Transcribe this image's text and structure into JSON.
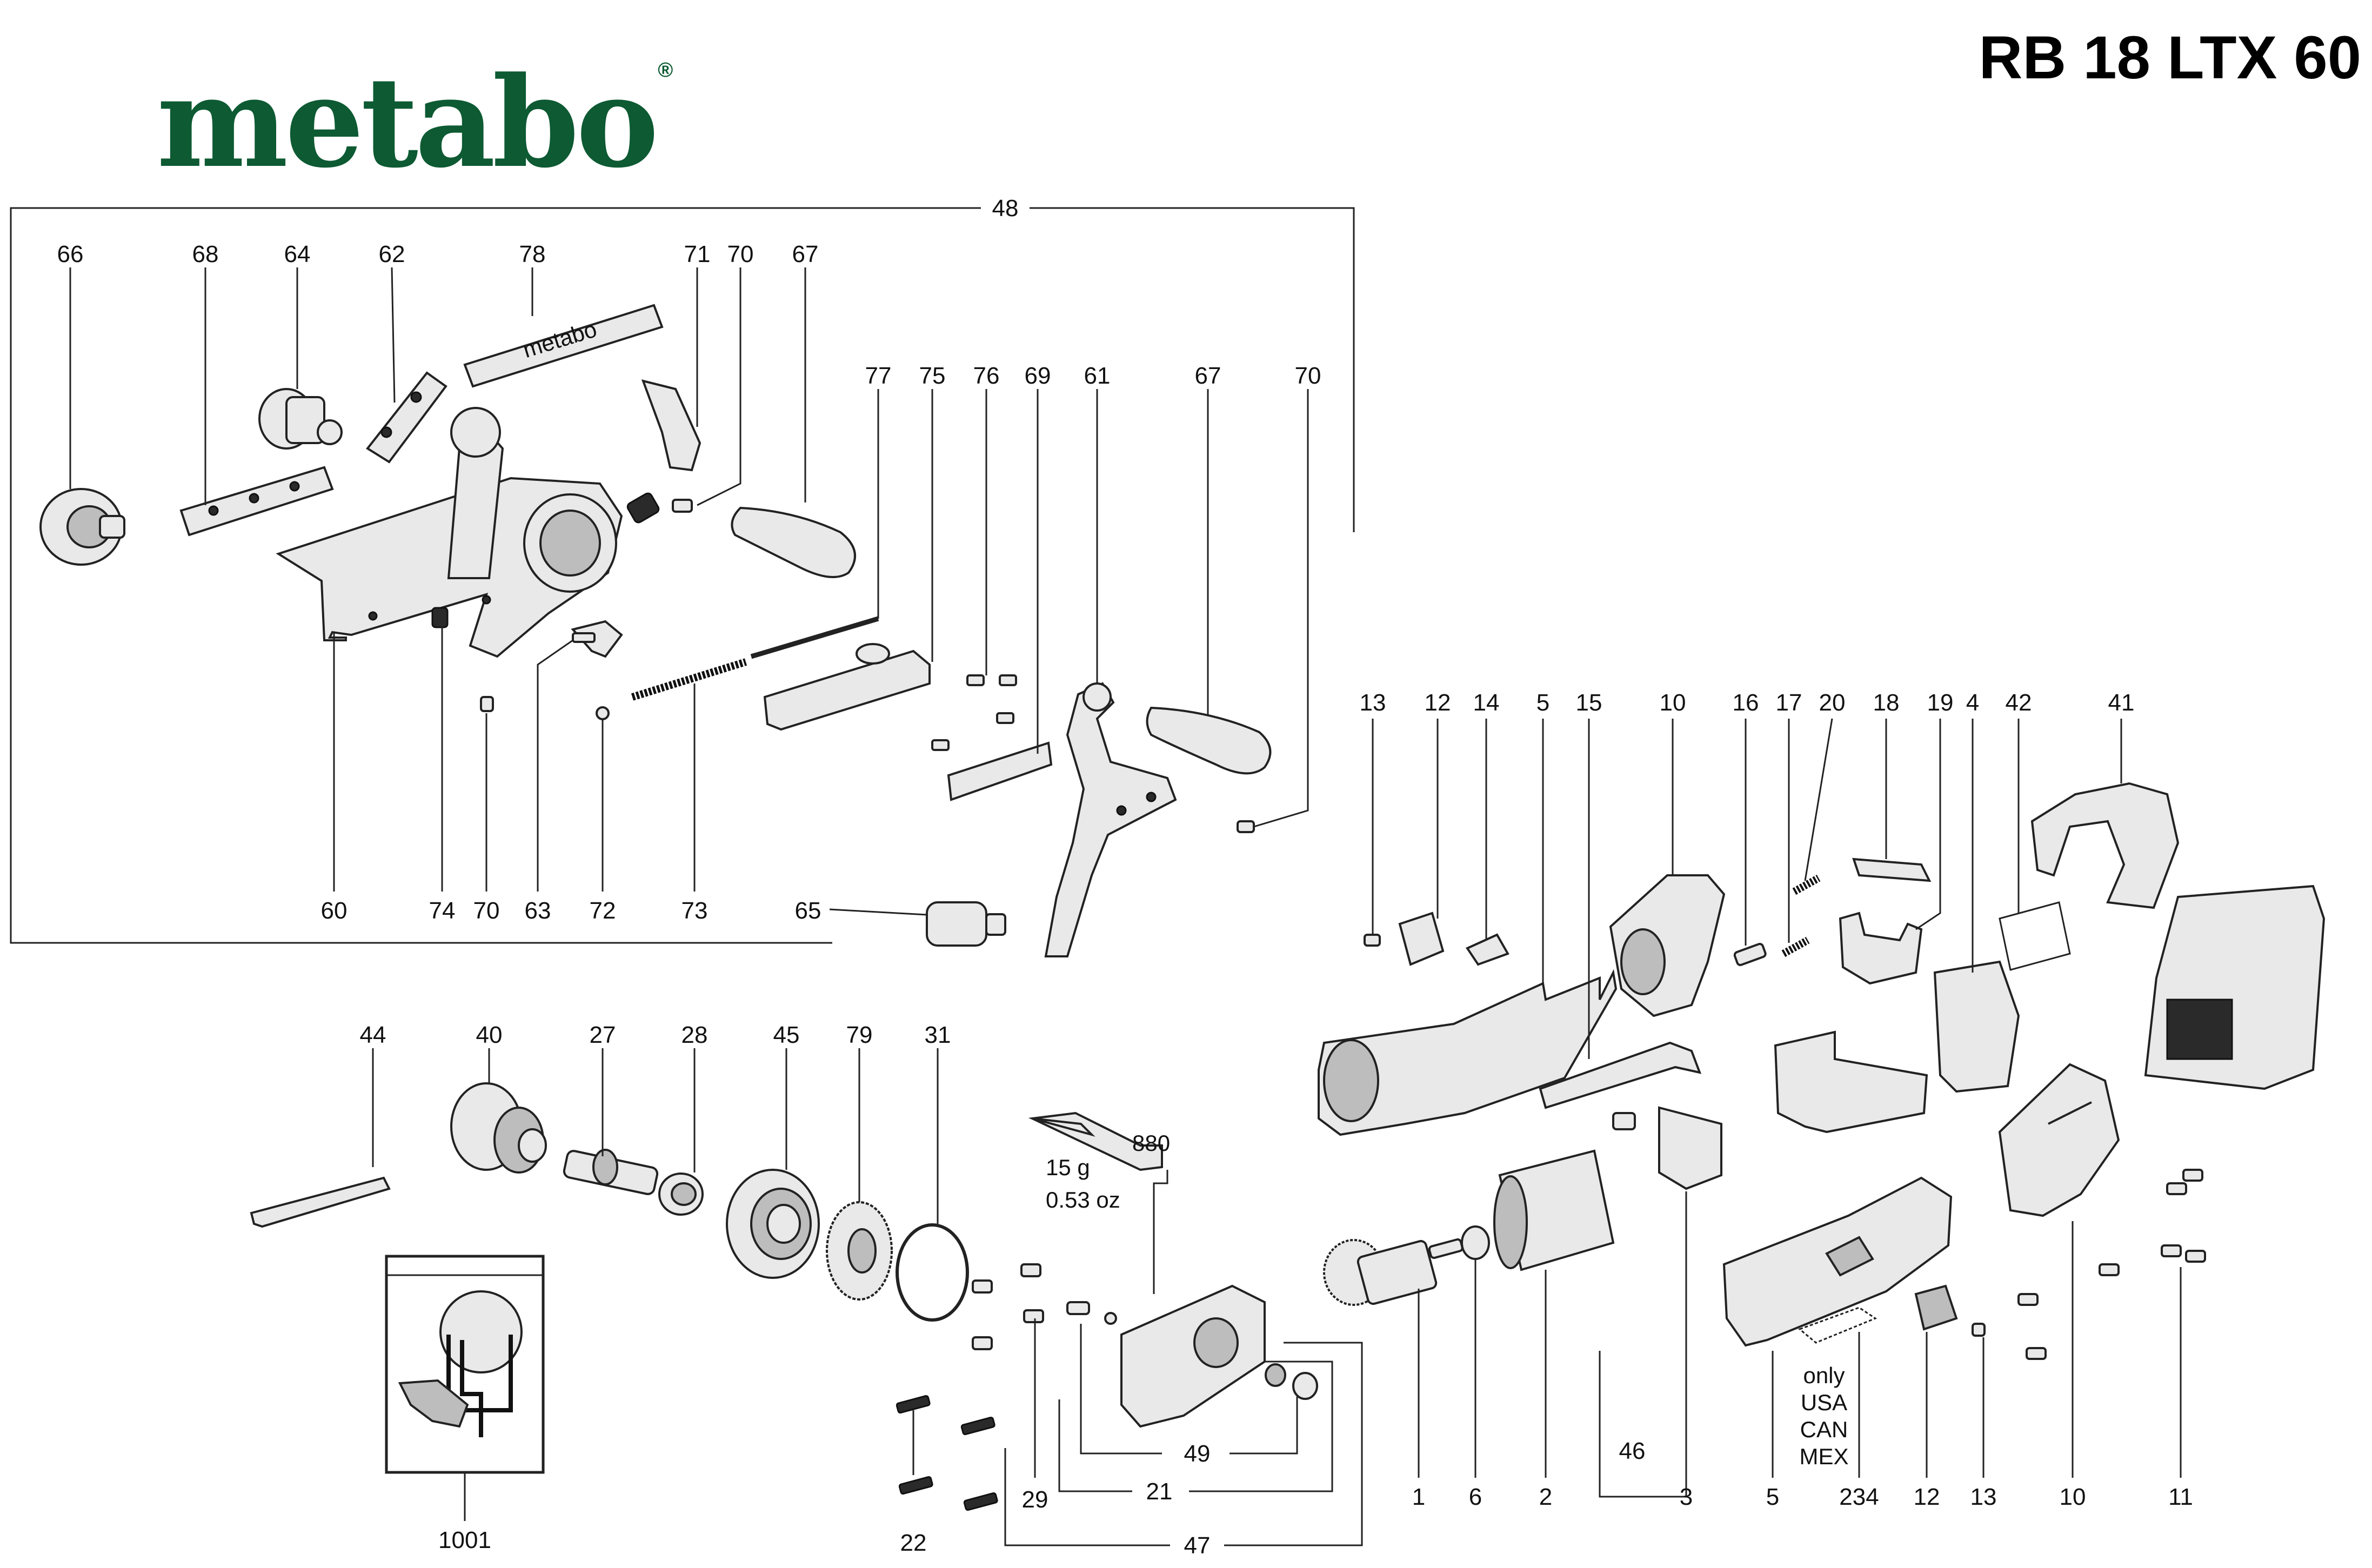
{
  "header": {
    "brand": "metabo",
    "registered": "®",
    "model": "RB 18 LTX 60"
  },
  "callouts": [
    {
      "id": "c48",
      "text": "48"
    },
    {
      "id": "c66",
      "text": "66"
    },
    {
      "id": "c68",
      "text": "68"
    },
    {
      "id": "c64",
      "text": "64"
    },
    {
      "id": "c62",
      "text": "62"
    },
    {
      "id": "c78",
      "text": "78"
    },
    {
      "id": "c71",
      "text": "71"
    },
    {
      "id": "c70a",
      "text": "70"
    },
    {
      "id": "c67a",
      "text": "67"
    },
    {
      "id": "c77",
      "text": "77"
    },
    {
      "id": "c75",
      "text": "75"
    },
    {
      "id": "c76",
      "text": "76"
    },
    {
      "id": "c69",
      "text": "69"
    },
    {
      "id": "c61",
      "text": "61"
    },
    {
      "id": "c67b",
      "text": "67"
    },
    {
      "id": "c70b",
      "text": "70"
    },
    {
      "id": "c60",
      "text": "60"
    },
    {
      "id": "c74",
      "text": "74"
    },
    {
      "id": "c70c",
      "text": "70"
    },
    {
      "id": "c63",
      "text": "63"
    },
    {
      "id": "c72",
      "text": "72"
    },
    {
      "id": "c73",
      "text": "73"
    },
    {
      "id": "c65",
      "text": "65"
    },
    {
      "id": "c13a",
      "text": "13"
    },
    {
      "id": "c12a",
      "text": "12"
    },
    {
      "id": "c14",
      "text": "14"
    },
    {
      "id": "c5a",
      "text": "5"
    },
    {
      "id": "c15",
      "text": "15"
    },
    {
      "id": "c10a",
      "text": "10"
    },
    {
      "id": "c16",
      "text": "16"
    },
    {
      "id": "c17",
      "text": "17"
    },
    {
      "id": "c20",
      "text": "20"
    },
    {
      "id": "c18",
      "text": "18"
    },
    {
      "id": "c19",
      "text": "19"
    },
    {
      "id": "c4",
      "text": "4"
    },
    {
      "id": "c42",
      "text": "42"
    },
    {
      "id": "c41",
      "text": "41"
    },
    {
      "id": "c44",
      "text": "44"
    },
    {
      "id": "c40",
      "text": "40"
    },
    {
      "id": "c27",
      "text": "27"
    },
    {
      "id": "c28",
      "text": "28"
    },
    {
      "id": "c45",
      "text": "45"
    },
    {
      "id": "c79",
      "text": "79"
    },
    {
      "id": "c31",
      "text": "31"
    },
    {
      "id": "c1001",
      "text": "1001"
    },
    {
      "id": "c1",
      "text": "1"
    },
    {
      "id": "c6",
      "text": "6"
    },
    {
      "id": "c2",
      "text": "2"
    },
    {
      "id": "c46",
      "text": "46"
    },
    {
      "id": "c3",
      "text": "3"
    },
    {
      "id": "c5b",
      "text": "5"
    },
    {
      "id": "c234",
      "text": "234"
    },
    {
      "id": "c12b",
      "text": "12"
    },
    {
      "id": "c13b",
      "text": "13"
    },
    {
      "id": "c10b",
      "text": "10"
    },
    {
      "id": "c11",
      "text": "11"
    },
    {
      "id": "c49",
      "text": "49"
    },
    {
      "id": "c21",
      "text": "21"
    },
    {
      "id": "c29",
      "text": "29"
    },
    {
      "id": "c22",
      "text": "22"
    },
    {
      "id": "c47",
      "text": "47"
    }
  ],
  "grease": {
    "amount": "880",
    "weight_g": "15 g",
    "weight_oz": "0.53 oz"
  },
  "region_note": [
    "only",
    "USA",
    "CAN",
    "MEX"
  ],
  "decal_text": "metabo"
}
